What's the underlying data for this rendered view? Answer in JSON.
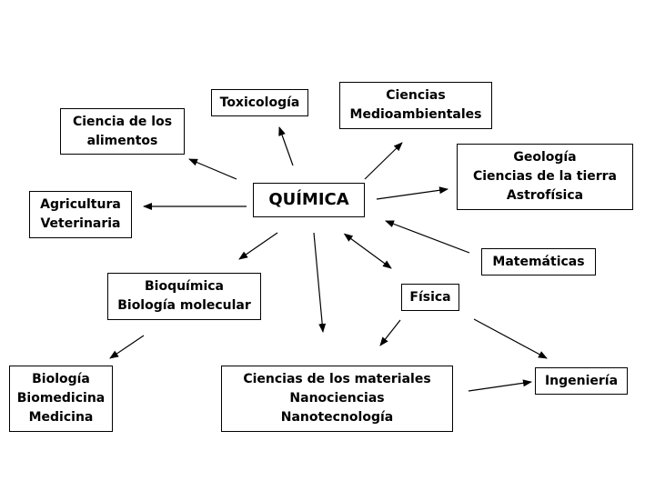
{
  "diagram": {
    "center": {
      "label": "QUÍMICA"
    },
    "toxicologia": {
      "lines": [
        "Toxicología"
      ]
    },
    "ciencias_medioambientales": {
      "lines": [
        "Ciencias",
        "Medioambientales"
      ]
    },
    "ciencia_alimentos": {
      "lines": [
        "Ciencia de los",
        "alimentos"
      ]
    },
    "geologia": {
      "lines": [
        "Geología",
        "Ciencias de la tierra",
        "Astrofísica"
      ]
    },
    "agricultura": {
      "lines": [
        "Agricultura",
        "Veterinaria"
      ]
    },
    "matematicas": {
      "lines": [
        "Matemáticas"
      ]
    },
    "bioquimica": {
      "lines": [
        "Bioquímica",
        "Biología molecular"
      ]
    },
    "fisica": {
      "lines": [
        "Física"
      ]
    },
    "biologia": {
      "lines": [
        "Biología",
        "Biomedicina",
        "Medicina"
      ]
    },
    "materiales": {
      "lines": [
        "Ciencias de los materiales",
        "Nanociencias",
        "Nanotecnología"
      ]
    },
    "ingenieria": {
      "lines": [
        "Ingeniería"
      ]
    },
    "colors": {
      "stroke": "#000000",
      "background": "#ffffff"
    }
  }
}
